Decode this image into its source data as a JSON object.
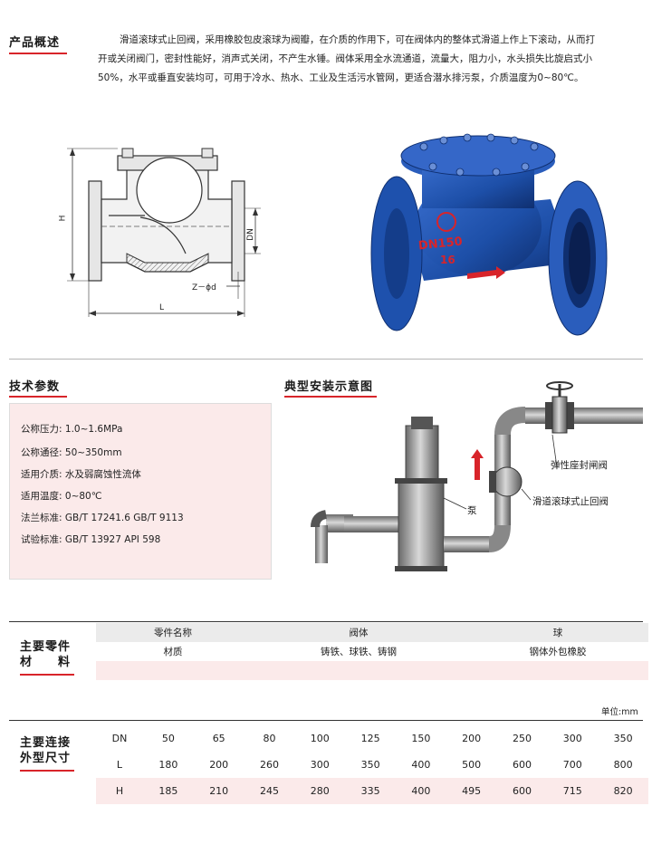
{
  "overview": {
    "title": "产品概述",
    "lines": [
      "滑道滚球式止回阀，采用橡胶包皮滚球为阀瓣，在介质的作用下，可在阀体内的整体式滑道上作上下滚动，从而打",
      "开或关闭阀门，密封性能好，消声式关闭，不产生水锤。阀体采用全水流通道，流量大，阻力小，水头损失比旋启式小",
      "50%，水平或垂直安装均可，可用于冷水、热水、工业及生活污水管网，更适合潜水排污泵，介质温度为0~80℃。"
    ]
  },
  "drawing": {
    "h_label": "H",
    "dn_label": "DN",
    "z_label": "Z－ϕd",
    "l_label": "L"
  },
  "valve_photo": {
    "body_text": "DN150",
    "pressure_text": "16"
  },
  "tech": {
    "title": "技术参数",
    "rows": [
      {
        "label": "公称压力:",
        "value": "1.0~1.6MPa"
      },
      {
        "label": "公称通径:",
        "value": "50~350mm"
      },
      {
        "label": "适用介质:",
        "value": "水及弱腐蚀性流体"
      },
      {
        "label": "适用温度:",
        "value": "0~80℃"
      },
      {
        "label": "法兰标准:",
        "value": "GB/T  17241.6    GB/T  9113"
      },
      {
        "label": "试验标准:",
        "value": "GB/T  13927    API 598"
      }
    ]
  },
  "install": {
    "title": "典型安装示意图",
    "gate_valve": "弹性座封闸阀",
    "check_valve": "滑道滚球式止回阀",
    "pump": "泵"
  },
  "parts": {
    "side_label_1": "主要零件",
    "side_label_2": "材　　料",
    "header": [
      "零件名称",
      "阀体",
      "球"
    ],
    "materials": [
      "材质",
      "铸铁、球铁、铸钢",
      "钢体外包橡胶"
    ]
  },
  "dims": {
    "unit": "单位:mm",
    "side_label_1": "主要连接",
    "side_label_2": "外型尺寸",
    "rows": [
      [
        "DN",
        "50",
        "65",
        "80",
        "100",
        "125",
        "150",
        "200",
        "250",
        "300",
        "350"
      ],
      [
        "L",
        "180",
        "200",
        "260",
        "300",
        "350",
        "400",
        "500",
        "600",
        "700",
        "800"
      ],
      [
        "H",
        "185",
        "210",
        "245",
        "280",
        "335",
        "400",
        "495",
        "600",
        "715",
        "820"
      ]
    ]
  },
  "colors": {
    "accent_red": "#d8242a",
    "valve_blue": "#1d4fa8",
    "pink_bg": "#fbeaea",
    "gray_bg": "#ebebeb"
  }
}
